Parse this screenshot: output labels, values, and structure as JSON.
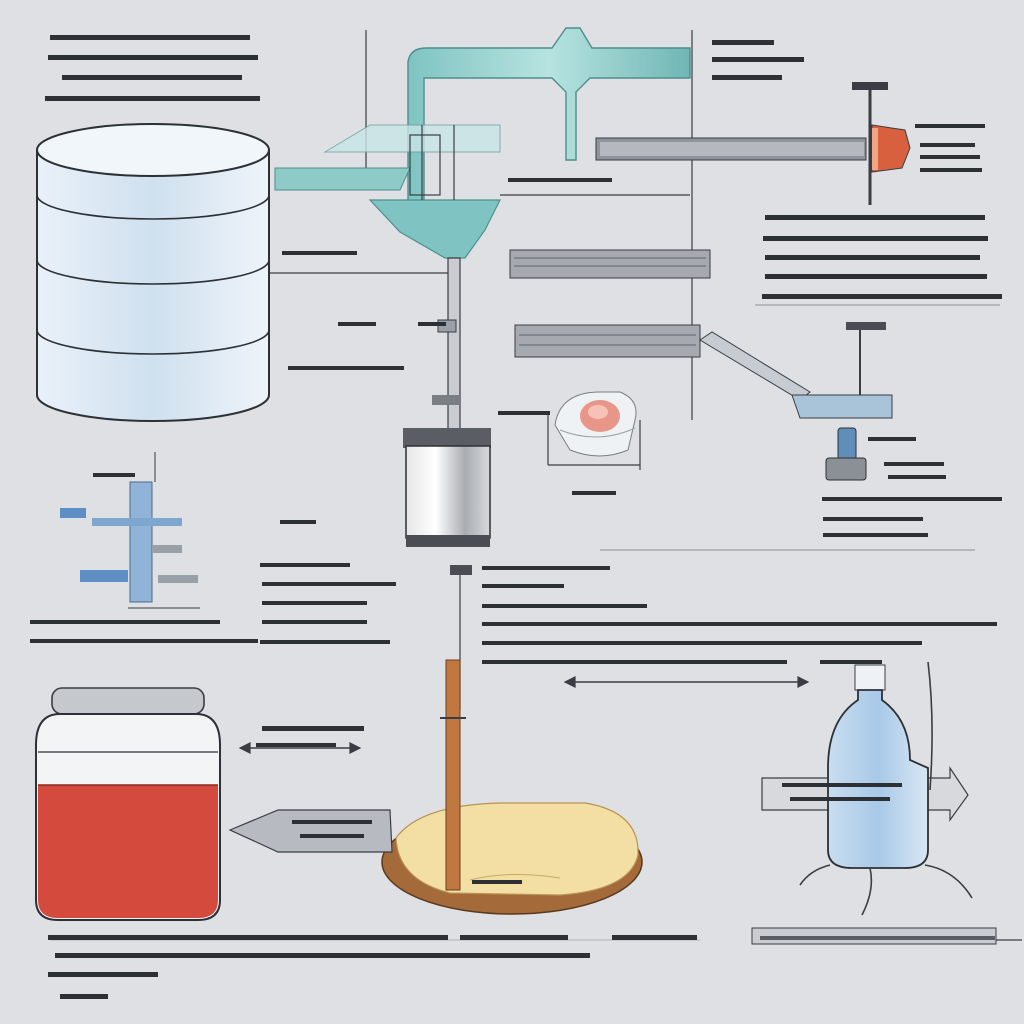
{
  "colors": {
    "background": "#dfe0e4",
    "line": "#3a3d44",
    "pipe_teal": "#8fcfcc",
    "tank_blue": "#cfe0ef",
    "liquid_red": "#d44a3c",
    "bottle_blue": "#b4d2ec",
    "cheese_yellow": "#f3dfa4",
    "board_brown": "#a46a3a"
  },
  "components": [
    {
      "name": "storage-tank",
      "icon": "cylinder-tank"
    },
    {
      "name": "teal-pipe-assembly",
      "icon": "pipe"
    },
    {
      "name": "steel-vessel",
      "icon": "metal-container"
    },
    {
      "name": "glass-dish",
      "icon": "petri-dish"
    },
    {
      "name": "valve-cluster",
      "icon": "blue-valves"
    },
    {
      "name": "red-liquid-jar",
      "icon": "jar"
    },
    {
      "name": "cheese-board",
      "icon": "cheese"
    },
    {
      "name": "blue-flask",
      "icon": "flask"
    },
    {
      "name": "red-float-valve",
      "icon": "float-valve"
    },
    {
      "name": "pump-device",
      "icon": "pump"
    }
  ]
}
